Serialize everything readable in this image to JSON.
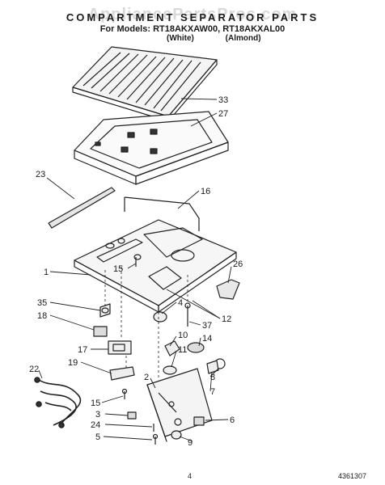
{
  "header": {
    "title": "COMPARTMENT SEPARATOR PARTS",
    "models": "For Models: RT18AKXAW00, RT18AKXAL00",
    "variant_white": "(White)",
    "variant_almond": "(Almond)"
  },
  "watermark": "AppliancePartsPros.com",
  "callouts": [
    "33",
    "27",
    "23",
    "16",
    "1",
    "15",
    "26",
    "35",
    "18",
    "4",
    "12",
    "37",
    "14",
    "17",
    "10",
    "11",
    "19",
    "22",
    "2",
    "8",
    "7",
    "15",
    "3",
    "24",
    "5",
    "6",
    "9"
  ],
  "footer": {
    "page_number": "4",
    "diagram_number": "4361307"
  }
}
